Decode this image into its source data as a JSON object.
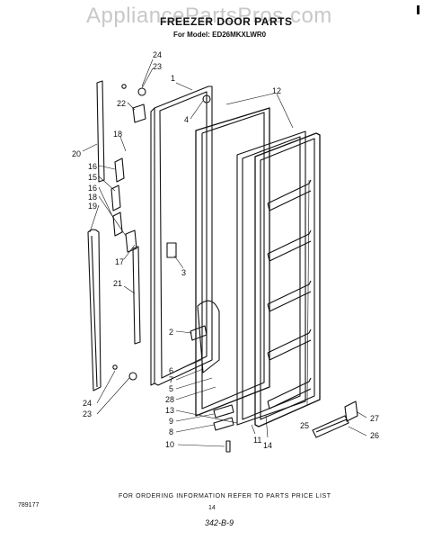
{
  "watermark": "AppliancePartsPros.com",
  "title": "FREEZER DOOR PARTS",
  "model": "For Model: ED26MKXLWR0",
  "footer": "FOR ORDERING INFORMATION REFER TO PARTS PRICE LIST",
  "doc_code": "789177",
  "page_number": "14",
  "handwritten": "342-B-9",
  "callouts": [
    "24",
    "23",
    "1",
    "22",
    "4",
    "12",
    "18",
    "20",
    "16",
    "15",
    "16",
    "18",
    "19",
    "17",
    "21",
    "3",
    "2",
    "6",
    "7",
    "5",
    "28",
    "13",
    "9",
    "8",
    "10",
    "11",
    "14",
    "25",
    "27",
    "26",
    "24",
    "23"
  ]
}
